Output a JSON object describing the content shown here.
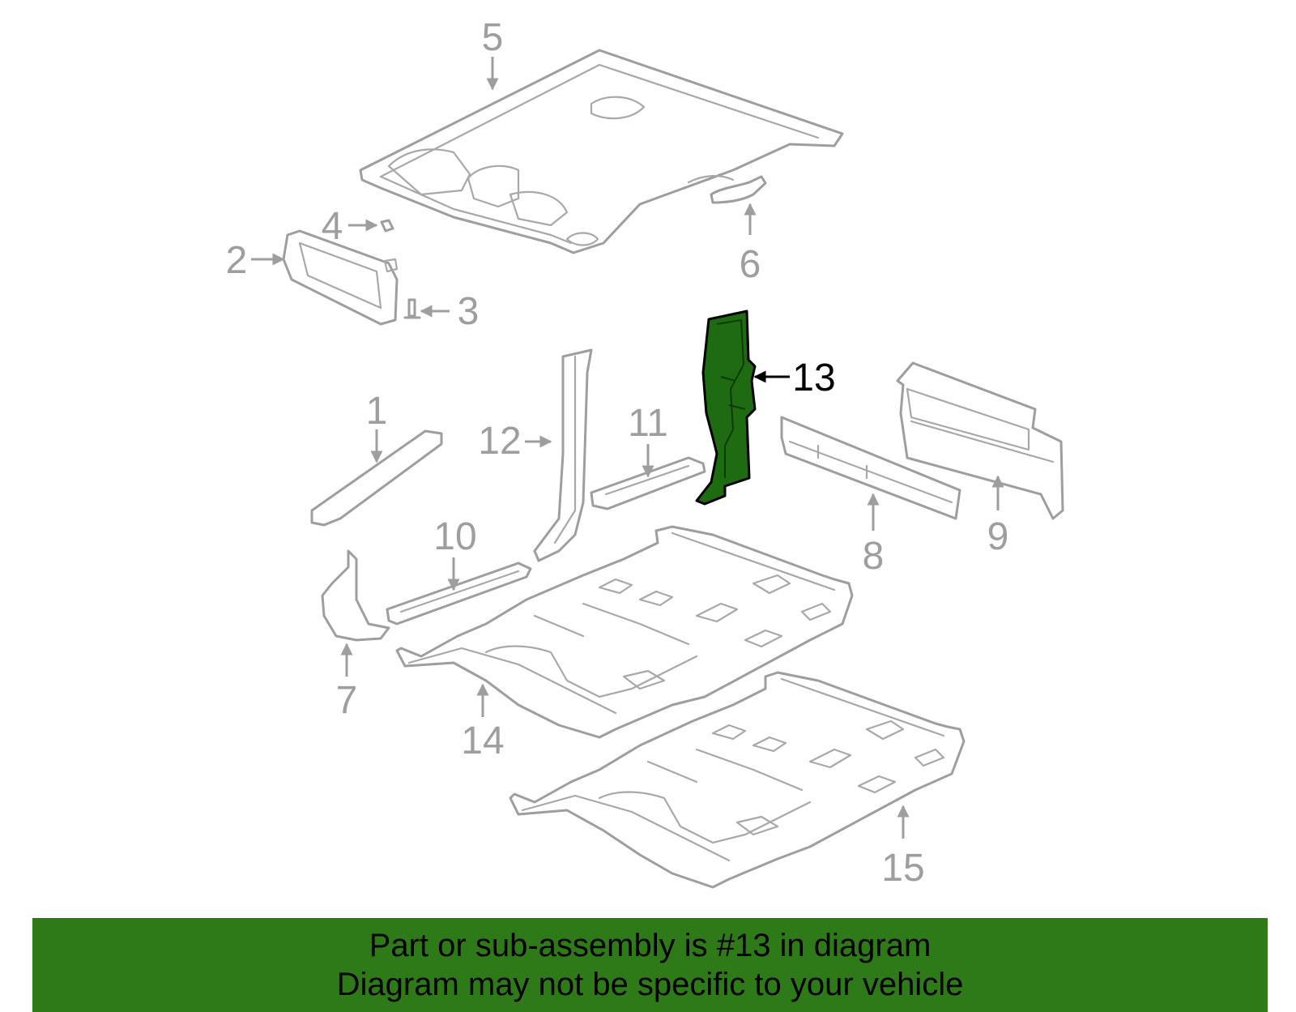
{
  "callouts": {
    "c1": "1",
    "c2": "2",
    "c3": "3",
    "c4": "4",
    "c5": "5",
    "c6": "6",
    "c7": "7",
    "c8": "8",
    "c9": "9",
    "c10": "10",
    "c11": "11",
    "c12": "12",
    "c13": "13",
    "c14": "14",
    "c15": "15"
  },
  "highlighted_part": "13",
  "colors": {
    "highlight_fill": "#1f6b12",
    "banner_background": "#2e7a18",
    "part_outline": "#9e9e9e"
  },
  "banner": {
    "line1": "Part or sub-assembly is #13 in diagram",
    "line2": "Diagram may not be specific to your vehicle"
  }
}
